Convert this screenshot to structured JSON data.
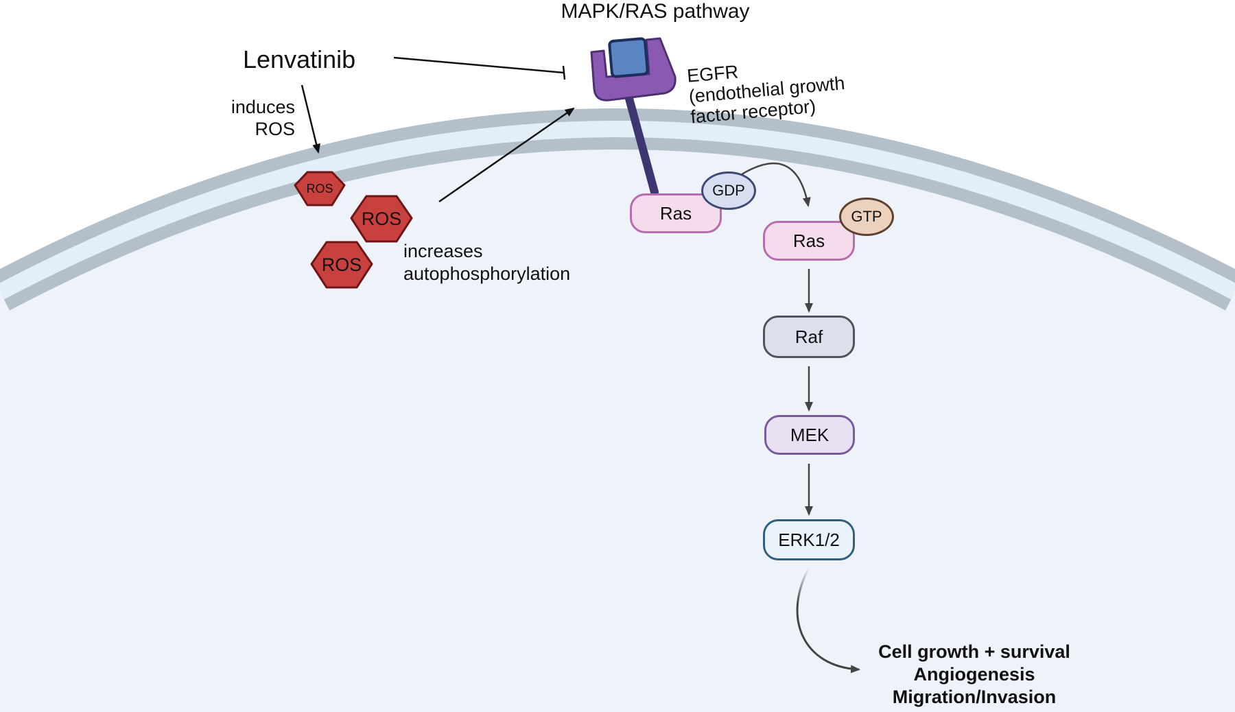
{
  "title": "MAPK/RAS pathway",
  "drug": {
    "name": "Lenvatinib",
    "induces_label": "induces ROS"
  },
  "receptor": {
    "label": "EGFR (endothelial growth factor receptor)",
    "label_lines": [
      "EGFR",
      "(endothelial growth",
      "factor receptor)"
    ]
  },
  "ros": {
    "small_label": "ROS",
    "large_labels": [
      "ROS",
      "ROS"
    ],
    "effect_lines": [
      "increases",
      "autophosphorylation"
    ]
  },
  "ras_inactive": {
    "label": "Ras",
    "nucleotide": "GDP"
  },
  "ras_active": {
    "label": "Ras",
    "nucleotide": "GTP"
  },
  "cascade": [
    "Raf",
    "MEK",
    "ERK1/2"
  ],
  "outcomes": [
    "Cell growth + survival",
    "Angiogenesis",
    "Migration/Invasion"
  ],
  "colors": {
    "membrane": "#b3bfc9",
    "membrane_inner": "#e2eef8",
    "cytoplasm": "#eef2f9",
    "ros_fill": "#c9413f",
    "ros_border": "#6e1616",
    "receptor": "#8a5ab2",
    "receptor_stalk": "#3e3670",
    "ligand": "#5b86c4",
    "ras_fill": "#f4dced",
    "ras_border": "#b86cb0",
    "raf_fill": "#dbe0ec",
    "mek_fill": "#e9e0f3",
    "erk_fill": "#eaf3fa",
    "gdp_fill": "#d6def0",
    "gtp_fill": "#ecd2bd",
    "arrow": "#444444"
  }
}
